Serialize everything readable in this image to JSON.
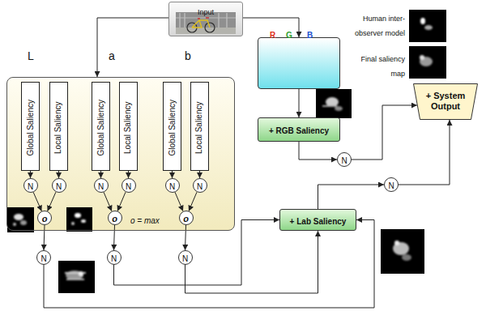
{
  "diagram": {
    "nodes": [
      {
        "text": [
          "Input"
        ]
      },
      {
        "text": [
          "o = max"
        ]
      },
      {
        "text": [
          "Global Saliency"
        ],
        "in": 1
      },
      {
        "text": [
          "Local Saliency"
        ],
        "in": 1
      },
      {
        "text": [
          "Global Saliency"
        ],
        "in": 1
      },
      {
        "text": [
          "Local Saliency"
        ],
        "in": 1
      },
      {
        "text": [
          "Global Saliency"
        ],
        "in": 1
      },
      {
        "text": [
          "Local Saliency"
        ],
        "in": 1
      },
      {
        "text": [
          "N"
        ],
        "in": 1
      },
      {
        "text": [
          "N"
        ],
        "in": 1
      },
      {
        "text": [
          "N"
        ],
        "in": 1
      },
      {
        "text": [
          "N"
        ],
        "in": 1
      },
      {
        "text": [
          "N"
        ],
        "in": 1
      },
      {
        "text": [
          "N"
        ],
        "in": 1
      },
      {
        "text": [
          "o"
        ],
        "in": 1
      },
      {
        "text": [
          "o"
        ],
        "in": 1
      },
      {
        "text": [
          "o"
        ],
        "in": 1
      },
      {
        "text": [
          "N"
        ]
      },
      {
        "text": [
          "N"
        ]
      },
      {
        "text": [
          "N"
        ]
      },
      {
        "text": [
          "R",
          "G",
          "B"
        ]
      },
      {
        "text": [
          "+ RGB Saliency"
        ]
      },
      {
        "text": [
          "N"
        ]
      },
      {
        "text": [
          "+ System Output"
        ]
      },
      {
        "text": [
          "+ Lab Saliency"
        ]
      },
      {
        "text": [
          "N"
        ]
      }
    ],
    "edges": [
      {
        "from": 0,
        "to": 1,
        "arrow": "to"
      },
      {
        "from": 0,
        "to": 20,
        "arrow": "to"
      },
      {
        "from": 2,
        "to": 8,
        "arrow": "to"
      },
      {
        "from": 3,
        "to": 9,
        "arrow": "to"
      },
      {
        "from": 4,
        "to": 10,
        "arrow": "to"
      },
      {
        "from": 5,
        "to": 11,
        "arrow": "to"
      },
      {
        "from": 6,
        "to": 12,
        "arrow": "to"
      },
      {
        "from": 7,
        "to": 13,
        "arrow": "to"
      },
      {
        "from": 8,
        "to": 14,
        "arrow": "to"
      },
      {
        "from": 9,
        "to": 14,
        "arrow": "to"
      },
      {
        "from": 10,
        "to": 15,
        "arrow": "to"
      },
      {
        "from": 11,
        "to": 15,
        "arrow": "to"
      },
      {
        "from": 12,
        "to": 16,
        "arrow": "to"
      },
      {
        "from": 13,
        "to": 16,
        "arrow": "to"
      },
      {
        "from": 14,
        "to": 17,
        "arrow": "to"
      },
      {
        "from": 15,
        "to": 18,
        "arrow": "to"
      },
      {
        "from": 16,
        "to": 19,
        "arrow": "to"
      },
      {
        "from": 20,
        "to": 21,
        "arrow": "to"
      },
      {
        "from": 21,
        "to": 22,
        "arrow": "to"
      },
      {
        "from": 22,
        "to": 23,
        "arrow": "to"
      },
      {
        "from": 24,
        "to": 25,
        "arrow": "to"
      },
      {
        "from": 25,
        "to": 23,
        "arrow": "to"
      },
      {
        "from": 17,
        "to": 24,
        "arrow": "to"
      },
      {
        "from": 18,
        "to": 24,
        "arrow": "to"
      },
      {
        "from": 19,
        "to": 24,
        "arrow": "to"
      }
    ],
    "labels": [
      "L",
      "a",
      "b",
      "Human inter-observer model",
      "Final saliency map"
    ]
  }
}
